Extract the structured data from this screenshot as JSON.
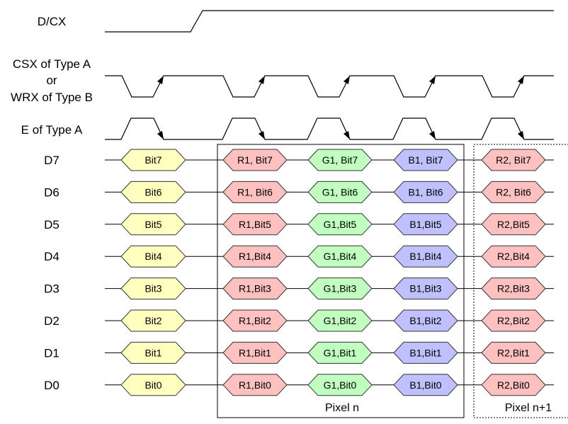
{
  "signals": {
    "dcx": "D/CX",
    "csx_line1": "CSX of Type A",
    "csx_line2": "or",
    "csx_line3": "WRX of Type B",
    "e": "E of Type A"
  },
  "data_lines": [
    {
      "label": "D7",
      "cells": [
        "Bit7",
        "R1, Bit7",
        "G1, Bit7",
        "B1, Bit7",
        "R2, Bit7"
      ]
    },
    {
      "label": "D6",
      "cells": [
        "Bit6",
        "R1, Bit6",
        "G1, Bit6",
        "B1, Bit6",
        "R2, Bit6"
      ]
    },
    {
      "label": "D5",
      "cells": [
        "Bit5",
        "R1,Bit5",
        "G1,Bit5",
        "B1,Bit5",
        "R2,Bit5"
      ]
    },
    {
      "label": "D4",
      "cells": [
        "Bit4",
        "R1,Bit4",
        "G1,Bit4",
        "B1,Bit4",
        "R2,Bit4"
      ]
    },
    {
      "label": "D3",
      "cells": [
        "Bit3",
        "R1,Bit3",
        "G1,Bit3",
        "B1,Bit3",
        "R2,Bit3"
      ]
    },
    {
      "label": "D2",
      "cells": [
        "Bit2",
        "R1,Bit2",
        "G1,Bit2",
        "B1,Bit2",
        "R2,Bit2"
      ]
    },
    {
      "label": "D1",
      "cells": [
        "Bit1",
        "R1,Bit1",
        "G1,Bit1",
        "B1,Bit1",
        "R2,Bit1"
      ]
    },
    {
      "label": "D0",
      "cells": [
        "Bit0",
        "R1,Bit0",
        "G1,Bit0",
        "B1,Bit0",
        "R2,Bit0"
      ]
    }
  ],
  "groups": {
    "pixel_n": "Pixel n",
    "pixel_n1": "Pixel n+1"
  },
  "colors": {
    "command": "#ffffc0",
    "red": "#ffc0c0",
    "green": "#c0ffc0",
    "blue": "#c0c0ff"
  }
}
